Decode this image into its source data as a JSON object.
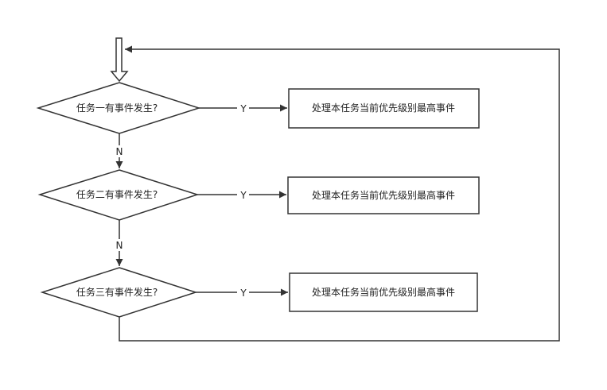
{
  "diagram": {
    "stroke_color": "#333333",
    "background": "#ffffff",
    "decisions": [
      {
        "label": "任务一有事件发生?"
      },
      {
        "label": "任务二有事件发生?"
      },
      {
        "label": "任务三有事件发生?"
      }
    ],
    "actions": [
      {
        "label": "处理本任务当前优先级别最高事件"
      },
      {
        "label": "处理本任务当前优先级别最高事件"
      },
      {
        "label": "处理本任务当前优先级别最高事件"
      }
    ],
    "edge_labels": {
      "yes": "Y",
      "no": "N"
    }
  }
}
